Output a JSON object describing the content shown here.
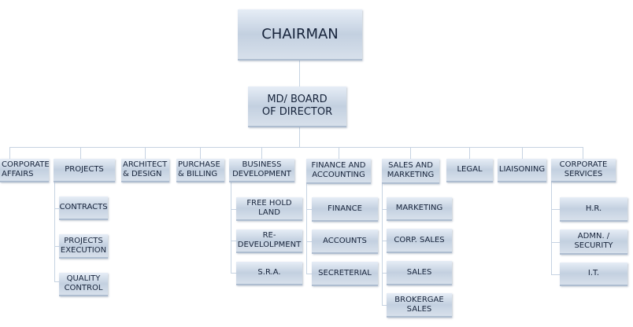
{
  "org_chart": {
    "chairman": "CHAIRMAN",
    "board": "MD/ BOARD\nOF DIRECTOR",
    "departments": {
      "corporate_affairs": "CORPORATE\nAFFAIRS",
      "projects": "PROJECTS",
      "architect_design": "ARCHITECT\n& DESIGN",
      "purchase_billing": "PURCHASE\n& BILLING",
      "business_development": "BUSINESS\nDEVELOPMENT",
      "finance_accounting": "FINANCE AND\nACCOUNTING",
      "sales_marketing": "SALES AND\nMARKETING",
      "legal": "LEGAL",
      "liaisoning": "LIAISONING",
      "corporate_services": "CORPORATE\nSERVICES"
    },
    "sub_units": {
      "contracts": "CONTRACTS",
      "projects_execution": "PROJECTS\nEXECUTION",
      "quality_control": "QUALITY\nCONTROL",
      "free_hold_land": "FREE HOLD LAND",
      "redevelopment": "RE-\nDEVELOLPMENT",
      "sra": "S.R.A.",
      "finance": "FINANCE",
      "accounts": "ACCOUNTS",
      "secreterial": "SECRETERIAL",
      "marketing": "MARKETING",
      "corp_sales": "CORP. SALES",
      "sales": "SALES",
      "brokerage_sales": "BROKERGAE\nSALES",
      "hr": "H.R.",
      "admn_security": "ADMN. /\nSECURITY",
      "it": "I.T."
    }
  }
}
